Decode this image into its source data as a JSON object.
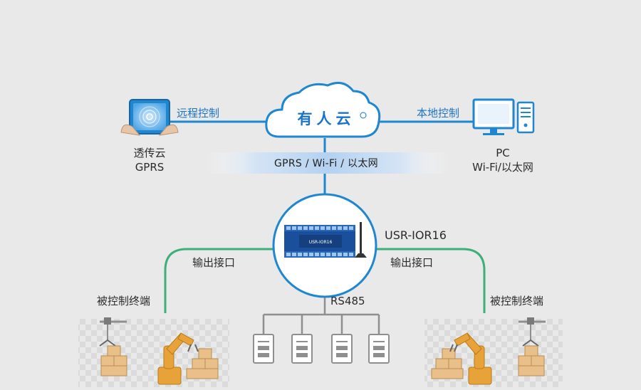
{
  "cloud": {
    "label": "有人云"
  },
  "remote": {
    "label": "远程控制",
    "device_title": "透传云",
    "device_subtitle": "GPRS"
  },
  "local": {
    "label": "本地控制",
    "device_title": "PC",
    "device_subtitle": "Wi-Fi/以太网"
  },
  "network": {
    "label": "GPRS / Wi-Fi / 以太网"
  },
  "module": {
    "model": "USR-IOR16",
    "board_text": "USR-IOR16"
  },
  "outputs": {
    "left_label": "输出接口",
    "right_label": "输出接口"
  },
  "terminals": {
    "left_label": "被控制终端",
    "right_label": "被控制终端"
  },
  "bus": {
    "label": "RS485",
    "slave_count": 4
  },
  "colors": {
    "blue_line": "#1f86d0",
    "green_line": "#3fae7a",
    "blue_accent": "#1a74c4",
    "device_blue": "#1a4f9c",
    "gray_line": "#8f8f8f",
    "factory_orange": "#e7a33a"
  }
}
